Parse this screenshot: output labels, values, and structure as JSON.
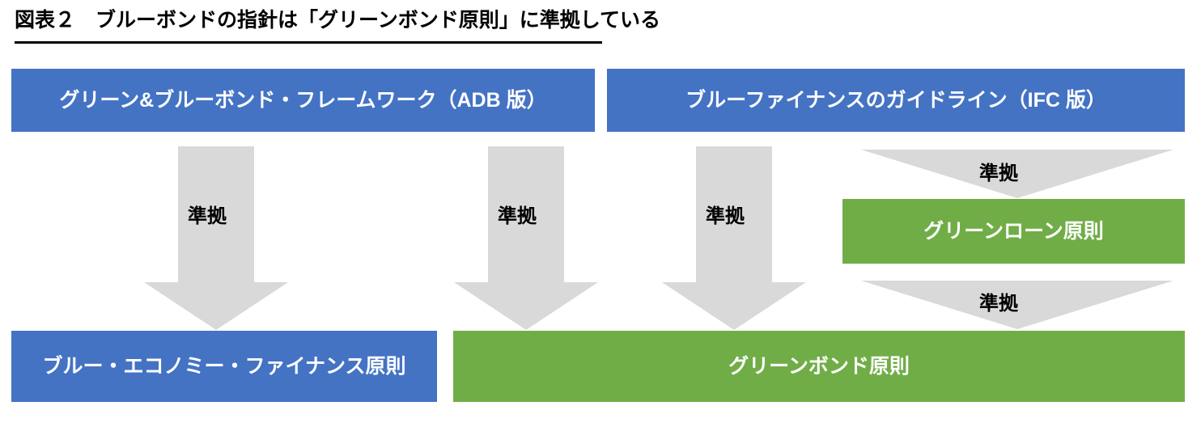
{
  "figure": {
    "title": "図表２　ブルーボンドの指針は「グリーンボンド原則」に準拠している"
  },
  "colors": {
    "blue": "#4473C4",
    "green": "#70AD47",
    "arrow_gray": "#D9D9D9",
    "text_light": "#FFFFFF",
    "text_dark": "#000000",
    "background": "#FFFFFF"
  },
  "nodes": [
    {
      "id": "adb-framework",
      "label": "グリーン&ブルーボンド・フレームワーク（ADB 版）",
      "color": "blue",
      "role": "source-framework"
    },
    {
      "id": "ifc-guideline",
      "label": "ブルーファイナンスのガイドライン（IFC 版）",
      "color": "blue",
      "role": "source-framework"
    },
    {
      "id": "green-loan-principles",
      "label": "グリーンローン原則",
      "color": "green",
      "role": "principle"
    },
    {
      "id": "blue-economy-finance-principles",
      "label": "ブルー・エコノミー・ファイナンス原則",
      "color": "blue",
      "role": "principle"
    },
    {
      "id": "green-bond-principles",
      "label": "グリーンボンド原則",
      "color": "green",
      "role": "principle"
    }
  ],
  "arrows": [
    {
      "id": "arrow-adb-to-blue-economy",
      "label": "準拠",
      "from": "adb-framework",
      "to": "blue-economy-finance-principles",
      "style": "block-down"
    },
    {
      "id": "arrow-adb-to-gbp",
      "label": "準拠",
      "from": "adb-framework",
      "to": "green-bond-principles",
      "style": "block-down"
    },
    {
      "id": "arrow-ifc-to-gbp",
      "label": "準拠",
      "from": "ifc-guideline",
      "to": "green-bond-principles",
      "style": "block-down"
    },
    {
      "id": "arrow-ifc-to-green-loan",
      "label": "準拠",
      "from": "ifc-guideline",
      "to": "green-loan-principles",
      "style": "wide-chevron"
    },
    {
      "id": "arrow-green-loan-to-gbp",
      "label": "準拠",
      "from": "green-loan-principles",
      "to": "green-bond-principles",
      "style": "wide-chevron"
    }
  ]
}
